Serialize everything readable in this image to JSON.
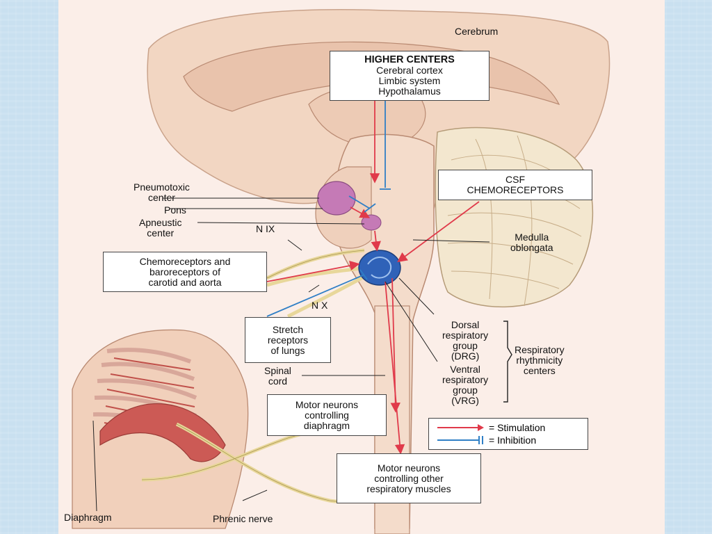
{
  "labels": {
    "cerebrum": "Cerebrum",
    "pneumotaxic": [
      "Pneumotoxic",
      "center"
    ],
    "pons": "Pons",
    "apneustic": [
      "Apneustic",
      "center"
    ],
    "nix": "N IX",
    "nx": "N X",
    "medulla": [
      "Medulla",
      "oblongata"
    ],
    "spinal": [
      "Spinal",
      "cord"
    ],
    "dorsal": [
      "Dorsal",
      "respiratory",
      "group",
      "(DRG)"
    ],
    "ventral": [
      "Ventral",
      "respiratory",
      "group",
      "(VRG)"
    ],
    "rhythmicity": [
      "Respiratory",
      "rhythmicity",
      "centers"
    ],
    "diaphragm": "Diaphragm",
    "phrenic": "Phrenic nerve"
  },
  "boxes": {
    "higher_centers": {
      "title": "HIGHER CENTERS",
      "lines": [
        "Cerebral cortex",
        "Limbic system",
        "Hypothalamus"
      ]
    },
    "csf": [
      "CSF",
      "CHEMORECEPTORS"
    ],
    "chemo_baro": [
      "Chemoreceptors and",
      "baroreceptors of",
      "carotid and aorta"
    ],
    "stretch": [
      "Stretch",
      "receptors",
      "of lungs"
    ],
    "motor_diaphragm": [
      "Motor neurons",
      "controlling",
      "diaphragm"
    ],
    "motor_other": [
      "Motor neurons",
      "controlling other",
      "respiratory muscles"
    ]
  },
  "legend": {
    "stimulation": "= Stimulation",
    "inhibition": "= Inhibition"
  },
  "colors": {
    "stimulation": "#e03a4a",
    "inhibition": "#2f7fc6",
    "nerve": "#e8d79a",
    "tissue": "#f0d3bf",
    "pons_center": "#c57ab6",
    "rhythm_center": "#2f62b8"
  }
}
